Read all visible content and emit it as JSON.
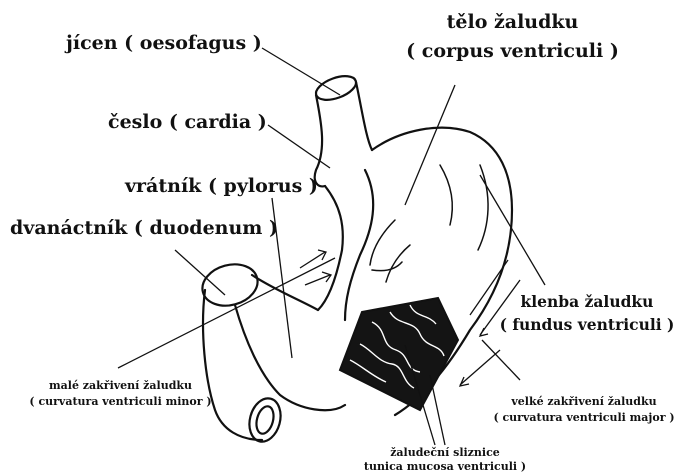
{
  "labels": {
    "jicen": "jícen ( oesofagus )",
    "telo_line1": "tělo žaludku",
    "telo_line2": "( corpus ventriculi )",
    "ceslo": "česlo ( cardia )",
    "vratnik": "vrátník ( pylorus )",
    "dvanactnik": "dvanáctník ( duodenum )",
    "klenba_line1": "klenba žaludku",
    "klenba_line2": "( fundus ventriculi )",
    "male_line1": "malé zakřivení žaludku",
    "male_line2": "( curvatura ventriculi minor )",
    "velke_line1": "velké zakřivení žaludku",
    "velke_line2": "( curvatura ventriculi major )",
    "sliznice_line1": "žaludeční sliznice",
    "sliznice_line2": "tunica mucosa ventriculi )"
  },
  "colors": {
    "ink": "#111111",
    "background": "#ffffff",
    "mucosa": "#141414"
  }
}
